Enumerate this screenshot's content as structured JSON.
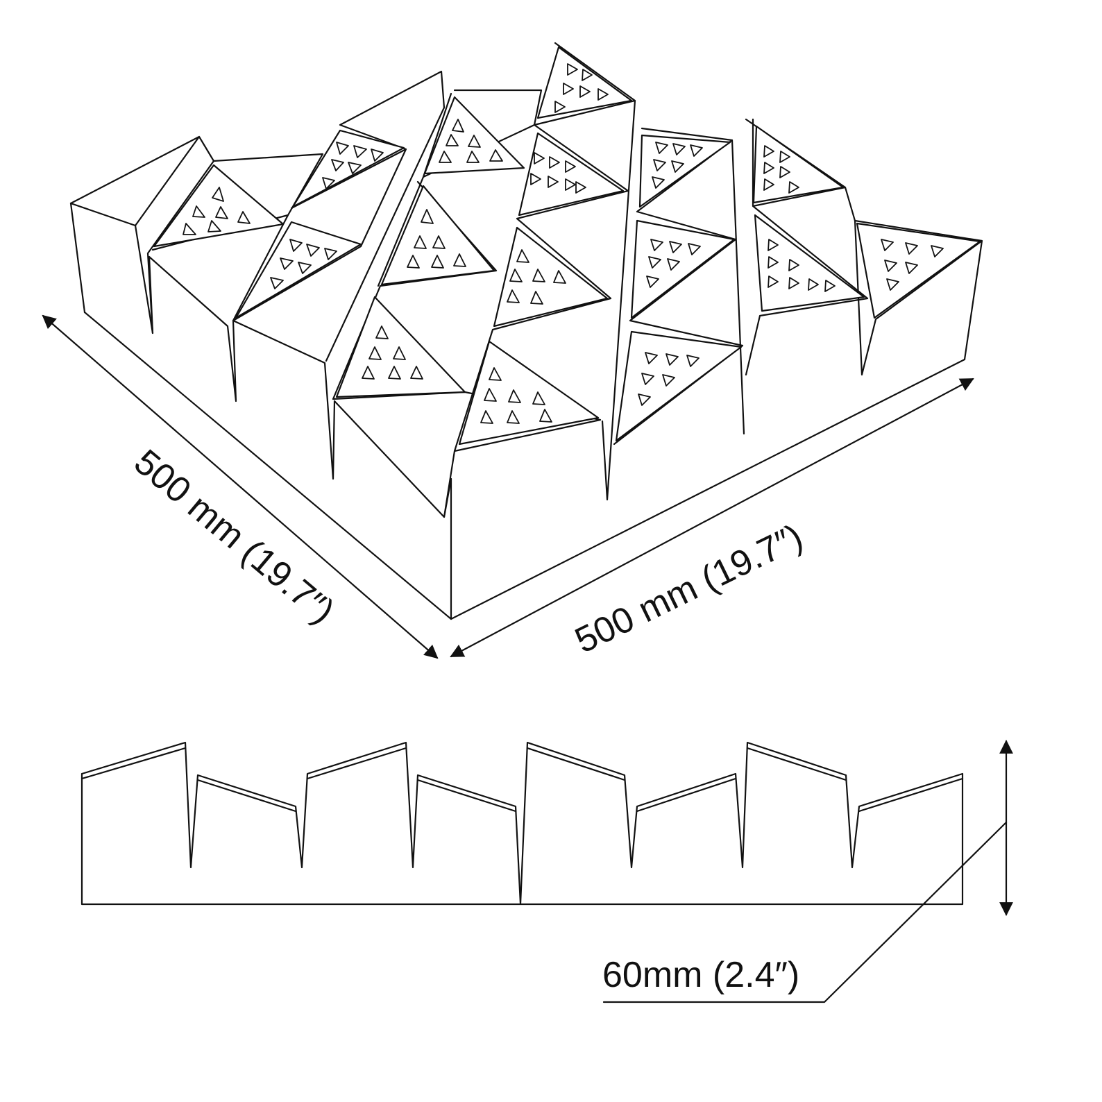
{
  "dimensions": {
    "left_length": "500 mm (19.7″)",
    "right_length": "500 mm (19.7″)",
    "thickness": "60mm (2.4″)"
  },
  "colors": {
    "line": "#111111",
    "background": "#ffffff"
  }
}
